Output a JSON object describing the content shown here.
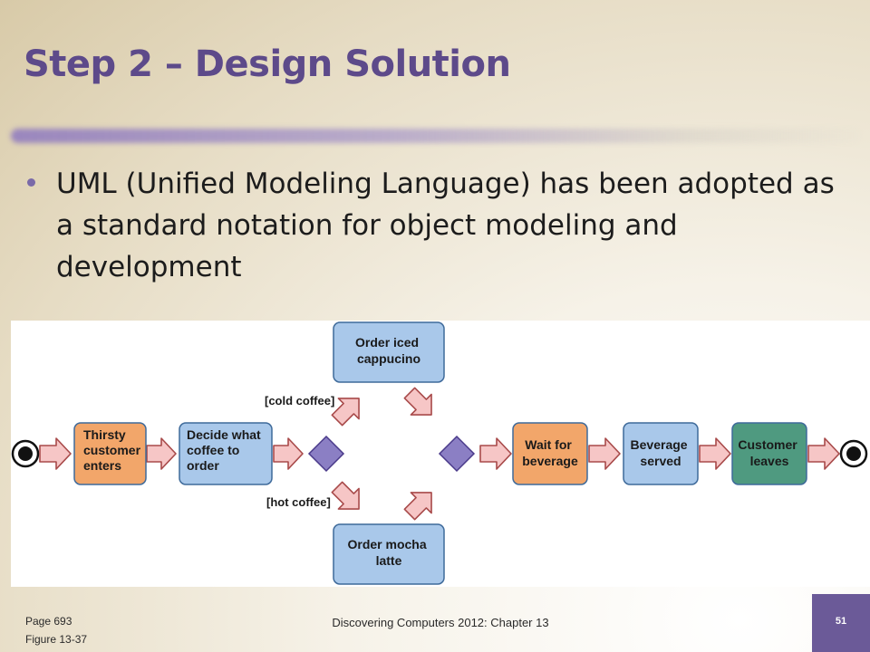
{
  "slide": {
    "title": "Step 2 – Design Solution",
    "bullet": "UML (Unified Modeling Language) has been adopted as a standard notation for object modeling and development"
  },
  "diagram": {
    "nodes": [
      {
        "id": "thirsty",
        "lines": [
          "Thirsty",
          "customer",
          "enters"
        ],
        "color": "#f2a66a"
      },
      {
        "id": "decide",
        "lines": [
          "Decide what",
          "coffee to",
          "order"
        ],
        "color": "#a9c8ea"
      },
      {
        "id": "iced",
        "lines": [
          "Order iced",
          "cappucino"
        ],
        "color": "#a9c8ea"
      },
      {
        "id": "mocha",
        "lines": [
          "Order mocha",
          "latte"
        ],
        "color": "#a9c8ea"
      },
      {
        "id": "wait",
        "lines": [
          "Wait for",
          "beverage"
        ],
        "color": "#f2a66a"
      },
      {
        "id": "served",
        "lines": [
          "Beverage",
          "served"
        ],
        "color": "#a9c8ea"
      },
      {
        "id": "leaves",
        "lines": [
          "Customer",
          "leaves"
        ],
        "color": "#4f9a80"
      }
    ],
    "guards": {
      "cold": "[cold coffee]",
      "hot": "[hot coffee]"
    },
    "colors": {
      "arrow_fill": "#f6c6c6",
      "arrow_stroke": "#a84a4a",
      "decision_fill": "#8b7fc4",
      "decision_stroke": "#4a3a8a",
      "node_stroke": "#3e6a9a"
    }
  },
  "footer": {
    "page": "Page 693",
    "figure": "Figure 13-37",
    "center": "Discovering Computers 2012: Chapter 13",
    "slide_number": "51"
  }
}
